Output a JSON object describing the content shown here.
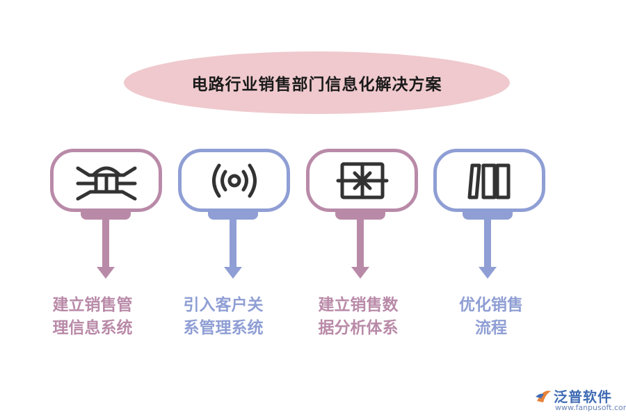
{
  "title": "电路行业销售部门信息化解决方案",
  "items": [
    {
      "icon": "bug-icon",
      "line1": "建立销售管",
      "line2": "理信息系统",
      "color": "#b98aa8"
    },
    {
      "icon": "broadcast-icon",
      "line1": "引入客户关",
      "line2": "系管理系统",
      "color": "#8f9ed4"
    },
    {
      "icon": "gift-box-icon",
      "line1": "建立销售数",
      "line2": "据分析体系",
      "color": "#b98aa8"
    },
    {
      "icon": "columns-icon",
      "line1": "优化销售",
      "line2": "流程",
      "color": "#8f9ed4"
    }
  ],
  "logo": {
    "name": "泛普软件",
    "url": "www.fanpusoft.com",
    "icon": "fanpu-logo-icon"
  },
  "colors": {
    "title_bg": "#efc9cd",
    "pink": "#b98aa8",
    "blue": "#8f9ed4"
  }
}
